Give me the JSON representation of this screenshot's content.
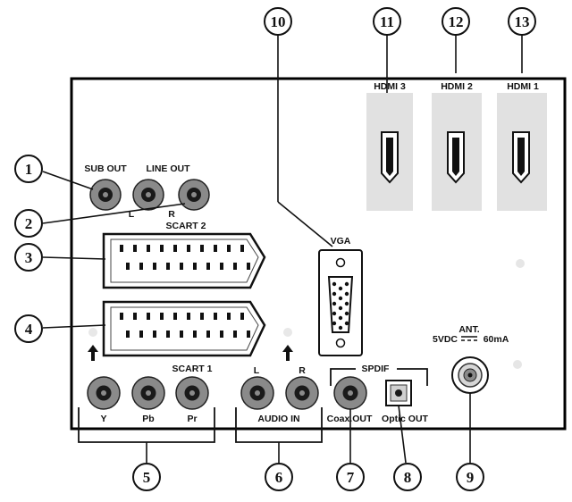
{
  "colors": {
    "panel_border": "#000000",
    "hdmi_bg": "#e1e1e1",
    "jack_gray": "#8a8a8a",
    "jack_dark": "#1a1a1a",
    "line": "#111111"
  },
  "labels": {
    "sub_out": "SUB OUT",
    "line_out": "LINE OUT",
    "left": "L",
    "right": "R",
    "scart2": "SCART 2",
    "scart1": "SCART 1",
    "vga": "VGA",
    "hdmi3": "HDMI 3",
    "hdmi2": "HDMI 2",
    "hdmi1": "HDMI 1",
    "spdif": "SPDIF",
    "ant": "ANT.",
    "power_left": "5VDC",
    "power_right": "60mA",
    "y": "Y",
    "pb": "Pb",
    "pr": "Pr",
    "audio_l": "L",
    "audio_r": "R",
    "audio_in": "AUDIO IN",
    "coax_out": "Coax.OUT",
    "optic_out": "Optic OUT"
  },
  "callouts": [
    "1",
    "2",
    "3",
    "4",
    "5",
    "6",
    "7",
    "8",
    "9",
    "10",
    "11",
    "12",
    "13"
  ],
  "icons": {
    "rca": "rca-jack-icon",
    "scart": "scart-connector-icon",
    "vga": "vga-port-icon",
    "hdmi": "hdmi-port-icon",
    "antenna": "antenna-socket-icon",
    "optical": "optical-port-icon",
    "arrow": "up-arrow-icon"
  }
}
